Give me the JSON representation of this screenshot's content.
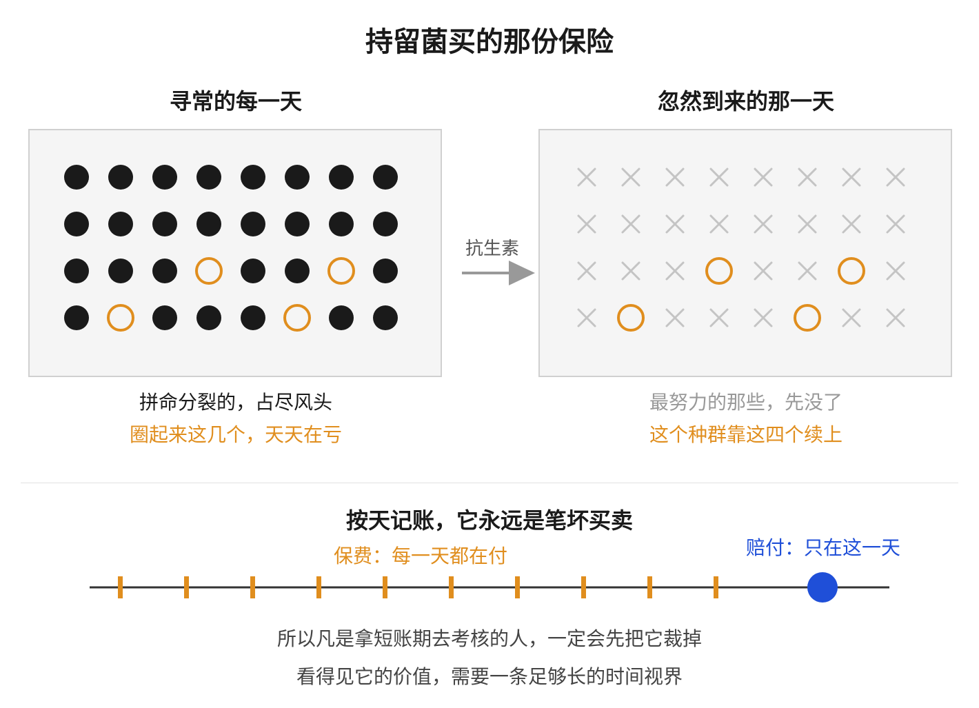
{
  "title": "持留菌买的那份保险",
  "colors": {
    "dark_dot": "#1a1a1a",
    "persister_orange": "#E08E1E",
    "dead_cross_gray": "#c4c4c4",
    "payout_blue": "#1F4FD8",
    "arrow_gray": "#999999",
    "timeline_line": "#333333"
  },
  "left_panel": {
    "title": "寻常的每一天",
    "caption_line1": "拼命分裂的，占尽风头",
    "caption_line2": "圈起来这几个，天天在亏",
    "grid": {
      "rows": 4,
      "cols": 8,
      "cells": [
        [
          "dot",
          "dot",
          "dot",
          "dot",
          "dot",
          "dot",
          "dot",
          "dot"
        ],
        [
          "dot",
          "dot",
          "dot",
          "dot",
          "dot",
          "dot",
          "dot",
          "dot"
        ],
        [
          "dot",
          "dot",
          "dot",
          "ring",
          "dot",
          "dot",
          "ring",
          "dot"
        ],
        [
          "dot",
          "ring",
          "dot",
          "dot",
          "dot",
          "ring",
          "dot",
          "dot"
        ]
      ]
    }
  },
  "arrow": {
    "label": "抗生素",
    "icon": "arrow-right-icon"
  },
  "right_panel": {
    "title": "忽然到来的那一天",
    "caption_line1": "最努力的那些，先没了",
    "caption_line2": "这个种群靠这四个续上",
    "grid": {
      "rows": 4,
      "cols": 8,
      "cells": [
        [
          "cross",
          "cross",
          "cross",
          "cross",
          "cross",
          "cross",
          "cross",
          "cross"
        ],
        [
          "cross",
          "cross",
          "cross",
          "cross",
          "cross",
          "cross",
          "cross",
          "cross"
        ],
        [
          "cross",
          "cross",
          "cross",
          "ring",
          "cross",
          "cross",
          "ring",
          "cross"
        ],
        [
          "cross",
          "ring",
          "cross",
          "cross",
          "cross",
          "ring",
          "cross",
          "cross"
        ]
      ]
    }
  },
  "ledger": {
    "title": "按天记账，它永远是笔坏买卖",
    "premium_label": "保费：每一天都在付",
    "payout_label": "赔付：只在这一天",
    "timeline": {
      "premium_tick_count": 10,
      "payout_marker": "payout-dot"
    }
  },
  "conclusion": {
    "line1": "所以凡是拿短账期去考核的人，一定会先把它裁掉",
    "line2": "看得见它的价值，需要一条足够长的时间视界"
  }
}
